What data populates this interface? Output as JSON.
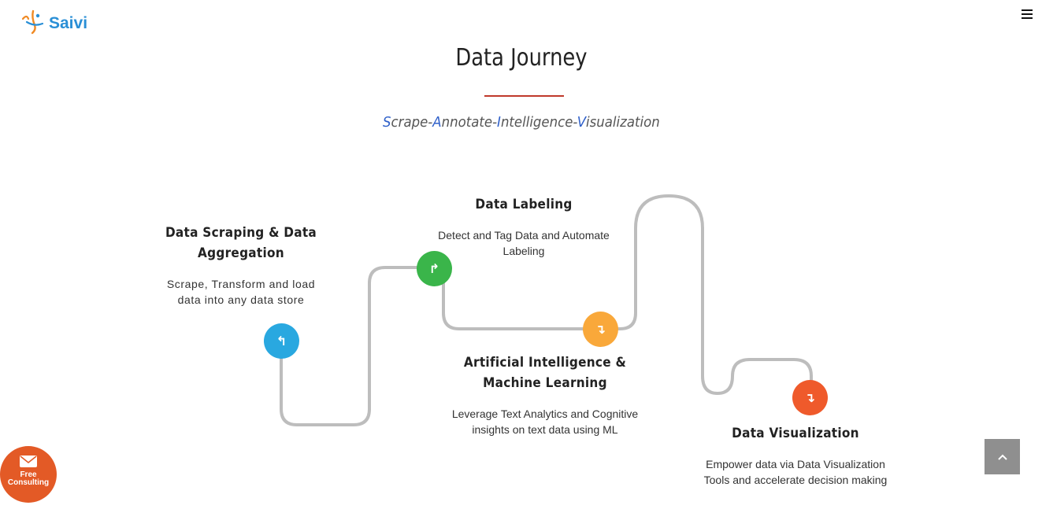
{
  "header": {
    "logo_text": "Saivi",
    "menu_icon": "hamburger-menu-icon"
  },
  "section": {
    "title": "Data Journey",
    "subtitle": [
      {
        "text": "S",
        "highlight": true
      },
      {
        "text": "crape-",
        "highlight": false
      },
      {
        "text": "A",
        "highlight": true
      },
      {
        "text": "nnotate-",
        "highlight": false
      },
      {
        "text": "I",
        "highlight": true
      },
      {
        "text": "ntelligence-",
        "highlight": false
      },
      {
        "text": "V",
        "highlight": true
      },
      {
        "text": "isualization",
        "highlight": false
      }
    ],
    "colors": {
      "underline": "#c0392b",
      "highlight": "#2e5fc9",
      "path": "#bdbdbd"
    }
  },
  "steps": [
    {
      "title_lines": [
        "Data Scraping & Data",
        "Aggregation"
      ],
      "desc_lines": [
        "Scrape, Transform and load",
        "data into any data store"
      ],
      "icon": "turn-up-arrow-icon",
      "glyph": "↰",
      "color": "#29a8e0"
    },
    {
      "title_lines": [
        "Data Labeling"
      ],
      "desc_lines": [
        "Detect and Tag Data and Automate",
        "Labeling"
      ],
      "icon": "turn-right-arrow-icon",
      "glyph": "↱",
      "color": "#3ab54a"
    },
    {
      "title_lines": [
        "Artificial Intelligence &",
        "Machine Learning"
      ],
      "desc_lines": [
        "Leverage Text Analytics and Cognitive",
        "insights on text data using ML"
      ],
      "icon": "turn-down-arrow-icon",
      "glyph": "↴",
      "color": "#f9a83a"
    },
    {
      "title_lines": [
        "Data Visualization"
      ],
      "desc_lines": [
        "Empower data via Data Visualization",
        "Tools and accelerate decision making"
      ],
      "icon": "turn-down-arrow-icon",
      "glyph": "↴",
      "color": "#ef5a2b"
    }
  ],
  "consult_button": {
    "line1": "Free",
    "line2": "Consulting",
    "color": "#e35a26",
    "icon": "envelope-icon"
  },
  "scroll_top": {
    "icon": "chevron-up-icon"
  }
}
